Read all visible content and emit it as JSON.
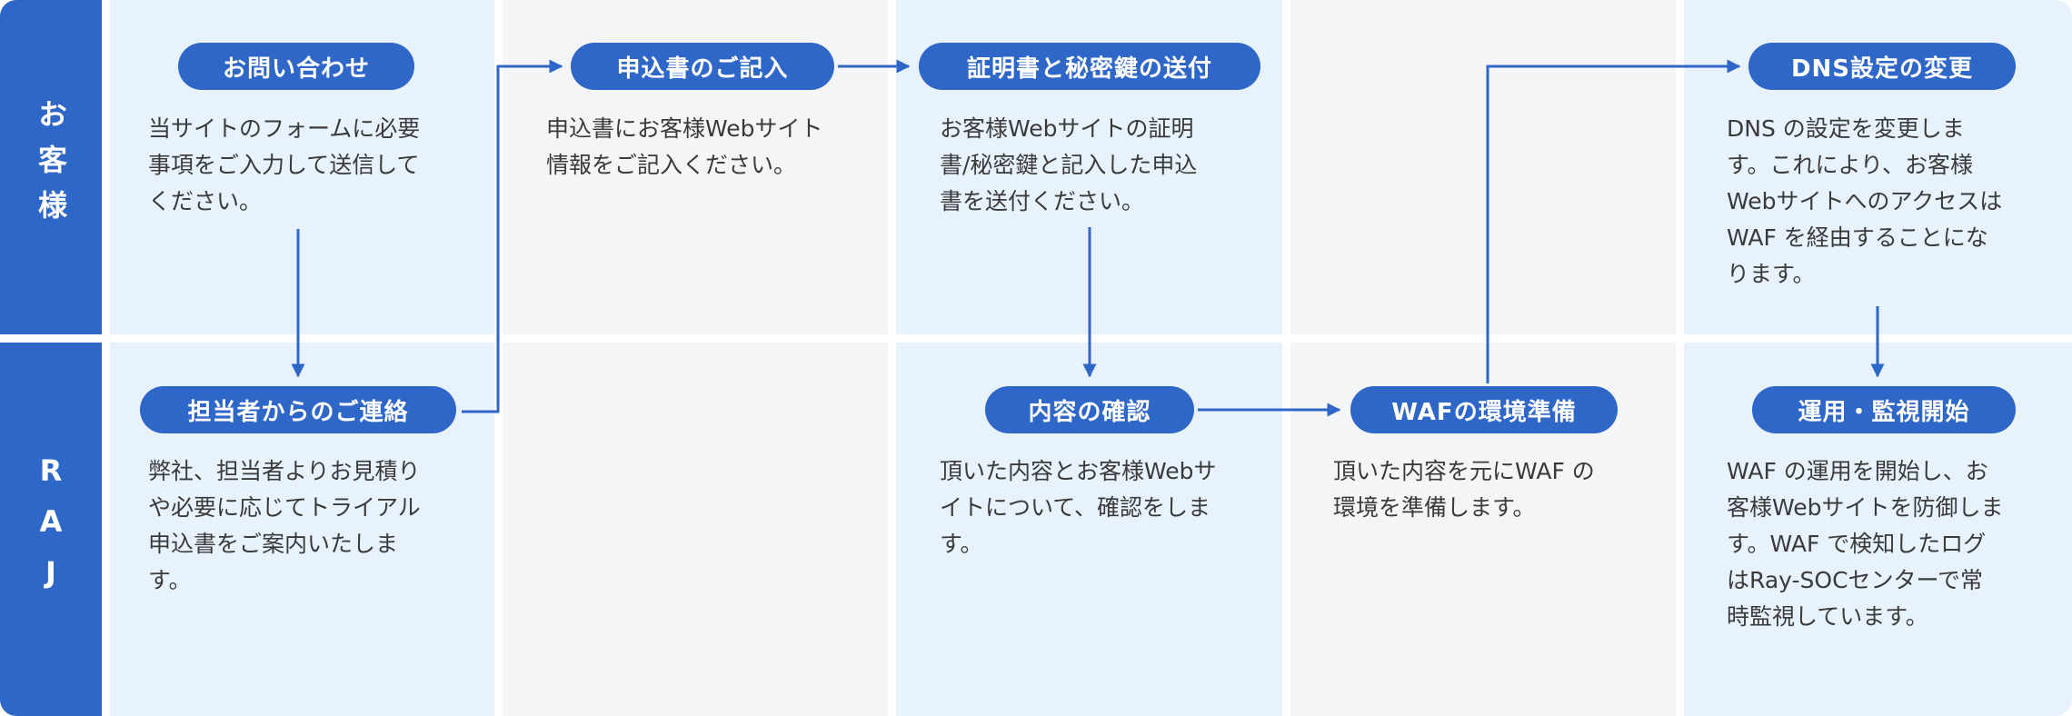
{
  "lanes": {
    "customer": "お客様",
    "raj": "RAJ"
  },
  "steps": {
    "inquiry": {
      "title": "お問い合わせ",
      "desc": [
        "当サイトのフォームに必要",
        "事項をご入力して送信して",
        "ください。"
      ]
    },
    "application": {
      "title": "申込書のご記入",
      "desc": [
        "申込書にお客様Webサイト",
        "情報をご記入ください。"
      ]
    },
    "certificate": {
      "title": "証明書と秘密鍵の送付",
      "desc": [
        "お客様Webサイトの証明",
        "書/秘密鍵と記入した申込",
        "書を送付ください。"
      ]
    },
    "dns": {
      "title": "DNS設定の変更",
      "desc": [
        "DNS の設定を変更しま",
        "す。これにより、お客様",
        "Webサイトへのアクセスは",
        "WAF を経由することにな",
        "ります。"
      ]
    },
    "contact": {
      "title": "担当者からのご連絡",
      "desc": [
        "弊社、担当者よりお見積り",
        "や必要に応じてトライアル",
        "申込書をご案内いたしま",
        "す。"
      ]
    },
    "confirm": {
      "title": "内容の確認",
      "desc": [
        "頂いた内容とお客様Webサ",
        "イトについて、確認をしま",
        "す。"
      ]
    },
    "waf_prep": {
      "title": "WAFの環境準備",
      "desc": [
        "頂いた内容を元にWAF の",
        "環境を準備します。"
      ]
    },
    "operation": {
      "title": "運用・監視開始",
      "desc": [
        "WAF の運用を開始し、お",
        "客様Webサイトを防御しま",
        "す。WAF で検知したログ",
        "はRay-SOCセンターで常",
        "時監視しています。"
      ]
    }
  },
  "colors": {
    "accent": "#2f67c8",
    "cell_blue": "#e8f2fd",
    "cell_gray": "#f4f5f7",
    "text": "#3a3a3a"
  }
}
